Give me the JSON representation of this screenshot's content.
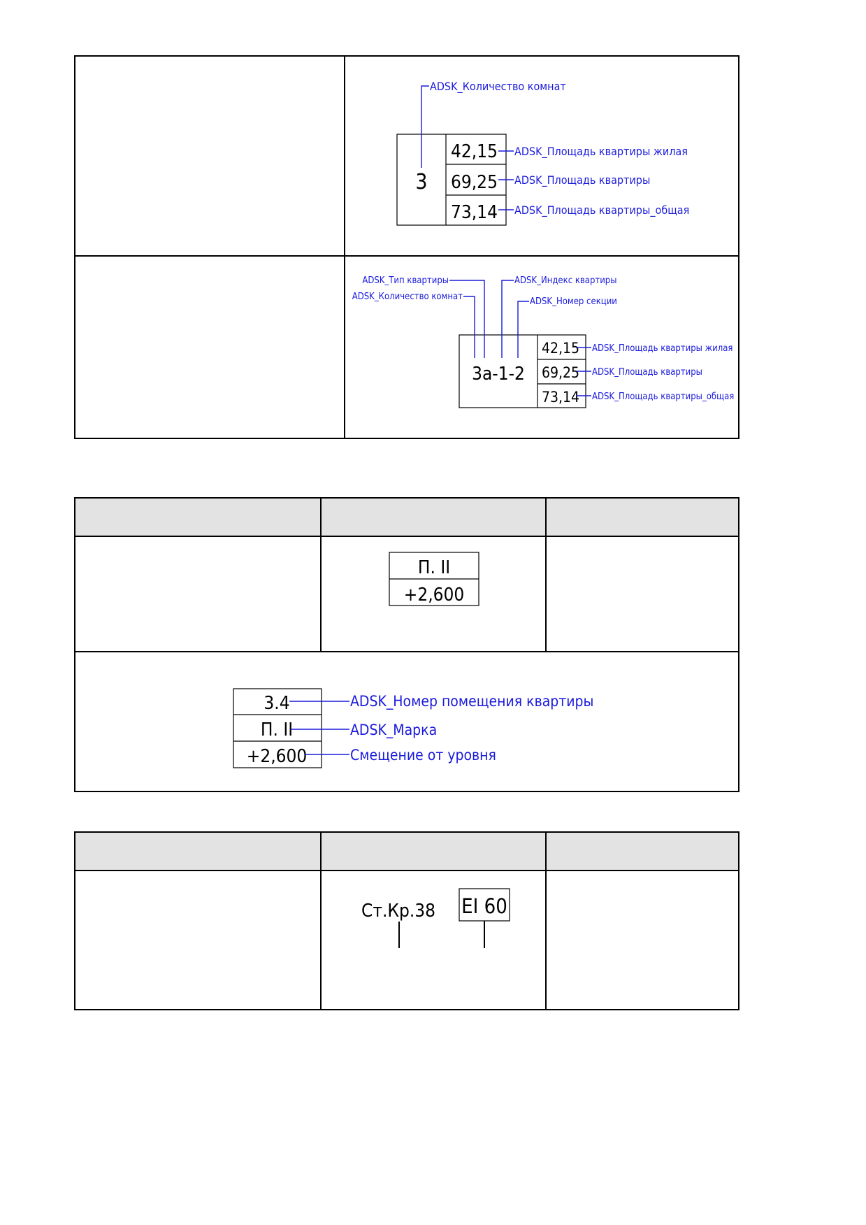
{
  "table1": {
    "row1": {
      "rooms_count_label": "ADSK_Количество комнат",
      "rooms_value": "3",
      "area_living": "42,15",
      "area_apartment": "69,25",
      "area_total": "73,14",
      "area_living_label": "ADSK_Площадь квартиры жилая",
      "area_apartment_label": "ADSK_Площадь квартиры",
      "area_total_label": "ADSK_Площадь квартиры_общая"
    },
    "row2": {
      "type_label": "ADSK_Тип квартиры",
      "rooms_count_label": "ADSK_Количество комнат",
      "index_label": "ADSK_Индекс квартиры",
      "section_label": "ADSK_Номер секции",
      "code_value": "3а-1-2",
      "area_living": "42,15",
      "area_apartment": "69,25",
      "area_total": "73,14",
      "area_living_label": "ADSK_Площадь квартиры жилая",
      "area_apartment_label": "ADSK_Площадь квартиры",
      "area_total_label": "ADSK_Площадь квартиры_общая"
    }
  },
  "table2": {
    "tag": {
      "mark": "П. II",
      "offset": "+2,600"
    },
    "legend": {
      "room_number": "3.4",
      "mark": "П. II",
      "offset": "+2,600",
      "room_number_label": "ADSK_Номер помещения квартиры",
      "mark_label": "ADSK_Марка",
      "offset_label": "Смещение от уровня"
    }
  },
  "table3": {
    "wall_mark": "Ст.Кр.38",
    "fire_rating": "EI 60"
  },
  "colors": {
    "annotation": "#1a1adc",
    "line": "#000000",
    "header_fill": "#e3e3e3"
  }
}
